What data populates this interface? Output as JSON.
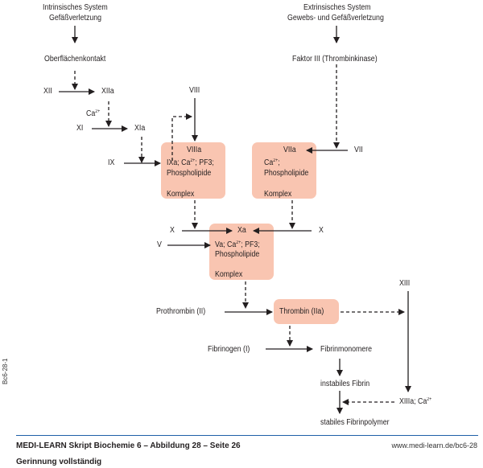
{
  "diagram": {
    "intrinsic": {
      "line1": "Intrinsisches System",
      "line2": "Gefäßverletzung"
    },
    "extrinsic": {
      "line1": "Extrinsisches System",
      "line2": "Gewebs- und Gefäßverletzung"
    },
    "surface_contact": "Oberflächenkontakt",
    "factor_iii": "Faktor III (Thrombinkinase)",
    "xii": "XII",
    "xiia": "XIIa",
    "ca_label": "Ca",
    "ca_sup": "2+",
    "xi": "XI",
    "xia": "XIa",
    "ix": "IX",
    "viii": "VIII",
    "vii": "VII",
    "x_left": "X",
    "x_right": "X",
    "v": "V",
    "tenase_complex": {
      "title": "VIIIa",
      "line1_a": "IXa; Ca",
      "line1_b": "; PF3;",
      "line2": "Phospholipide",
      "footer": "Komplex"
    },
    "tissue_factor_complex": {
      "title": "VIIa",
      "line1_a": "Ca",
      "line1_b": ";",
      "line2": "Phospholipide",
      "footer": "Komplex"
    },
    "prothrombinase_complex": {
      "title": "Xa",
      "line1_a": "Va; Ca",
      "line1_b": "; PF3;",
      "line2": "Phospholipide",
      "footer": "Komplex"
    },
    "prothrombin": "Prothrombin (II)",
    "thrombin": "Thrombin (IIa)",
    "xiii": "XIII",
    "fibrinogen": "Fibrinogen (I)",
    "fibrinmonomere": "Fibrinmonomere",
    "instabiles_fibrin": "instabiles Fibrin",
    "xiiia": "XIIIa; Ca",
    "stabiles_fibrin": "stabiles Fibrinpolymer"
  },
  "footer": {
    "title": "MEDI-LEARN Skript Biochemie 6 – Abbildung 28 – Seite 26",
    "subtitle": "Gerinnung vollständig",
    "url": "www.medi-learn.de/bc6-28",
    "side_code": "Bc6-28-1"
  },
  "colors": {
    "complex_fill": "#f9c5b1",
    "rule": "#1f5fa8"
  }
}
